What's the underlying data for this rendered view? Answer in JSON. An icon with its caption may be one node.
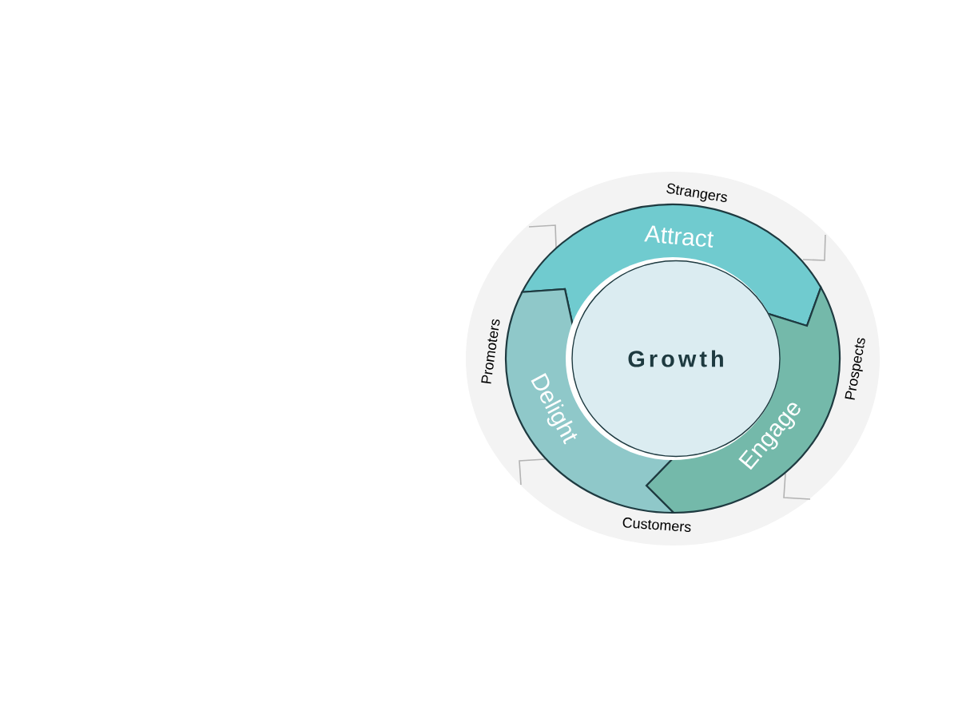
{
  "diagram": {
    "nodes": [
      {
        "text": [
          "Attract"
        ]
      },
      {
        "text": [
          "Engage"
        ]
      },
      {
        "text": [
          "Delight"
        ]
      },
      {
        "text": [
          "Growth"
        ]
      }
    ],
    "labels": [
      "Strangers",
      "Prospects",
      "Customers",
      "Promoters"
    ]
  }
}
